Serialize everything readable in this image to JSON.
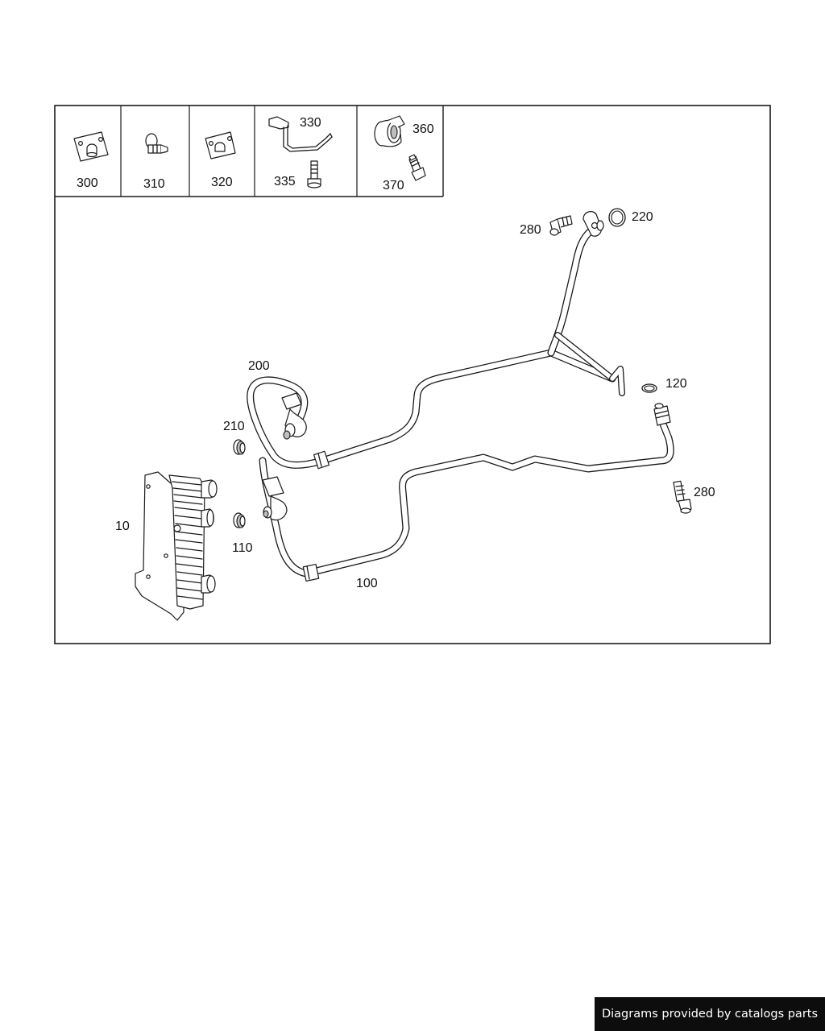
{
  "labels": {
    "p300": "300",
    "p310": "310",
    "p320": "320",
    "p330": "330",
    "p335": "335",
    "p360": "360",
    "p370": "370",
    "p280a": "280",
    "p220": "220",
    "p200": "200",
    "p210": "210",
    "p120": "120",
    "p280b": "280",
    "p10": "10",
    "p110": "110",
    "p100": "100"
  },
  "footer": {
    "text": "Diagrams provided by catalogs parts"
  }
}
